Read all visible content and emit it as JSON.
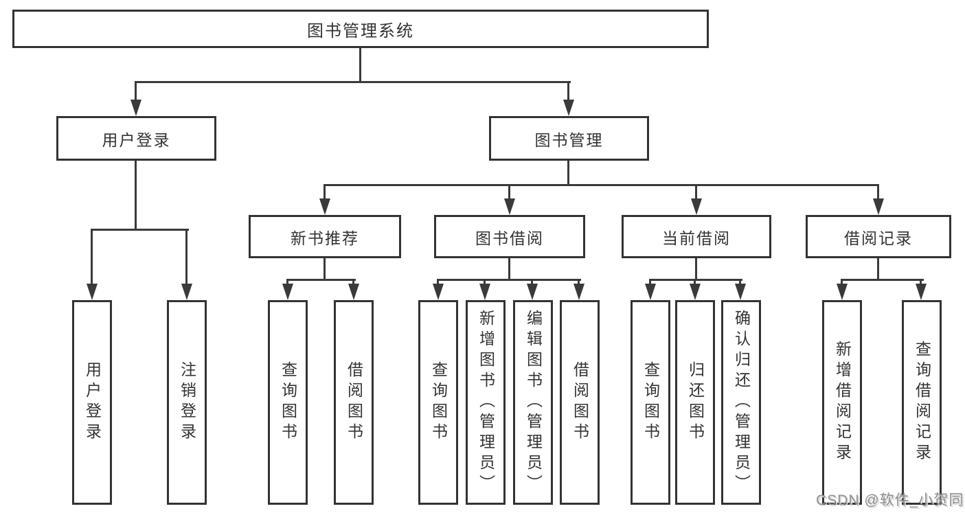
{
  "diagram": {
    "root": "图书管理系统",
    "level2": [
      "用户登录",
      "图书管理"
    ],
    "level3": [
      "新书推荐",
      "图书借阅",
      "当前借阅",
      "借阅记录"
    ],
    "leaves": {
      "user_login": [
        "用户登录",
        "注销登录"
      ],
      "new_books": [
        "查询图书",
        "借阅图书"
      ],
      "book_borrow": [
        "查询图书",
        "新增图书（管理员）",
        "编辑图书（管理员）",
        "借阅图书"
      ],
      "current_borrow": [
        "查询图书",
        "归还图书",
        "确认归还（管理员）"
      ],
      "borrow_records": [
        "新增借阅记录",
        "查询借阅记录"
      ]
    }
  },
  "watermark": "CSDN @软件_小贺同学",
  "colors": {
    "line": "#3a3a3a",
    "border": "#333333",
    "text": "#333333",
    "bg": "#ffffff",
    "watermark": "#8f8f8f",
    "watermark-shadow": "#d4d4d4"
  }
}
